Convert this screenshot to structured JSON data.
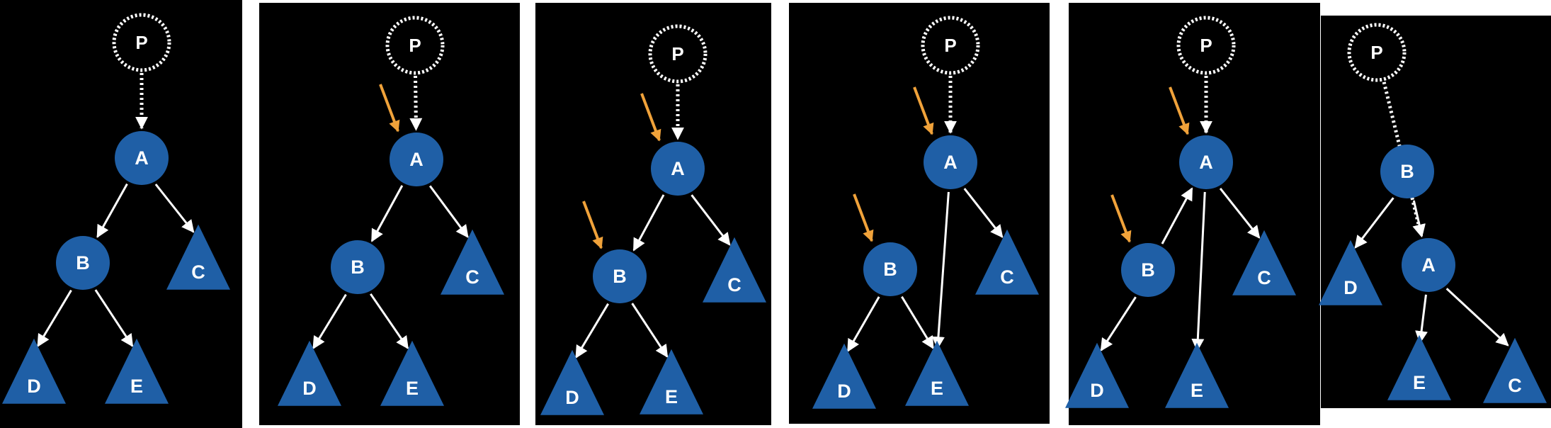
{
  "colors": {
    "background": "#000000",
    "node_fill": "#1f5fa6",
    "edge": "#ffffff",
    "highlight_arrow": "#f0a23a",
    "label": "#ffffff"
  },
  "panels": [
    {
      "nodes": [
        {
          "id": "P",
          "label": "P",
          "shape": "dashed-circle"
        },
        {
          "id": "A",
          "label": "A",
          "shape": "circle"
        },
        {
          "id": "B",
          "label": "B",
          "shape": "circle"
        },
        {
          "id": "C",
          "label": "C",
          "shape": "triangle"
        },
        {
          "id": "D",
          "label": "D",
          "shape": "triangle"
        },
        {
          "id": "E",
          "label": "E",
          "shape": "triangle"
        }
      ],
      "edges": [
        {
          "from": "P",
          "to": "A",
          "style": "dotted"
        },
        {
          "from": "A",
          "to": "B",
          "style": "solid"
        },
        {
          "from": "A",
          "to": "C",
          "style": "solid"
        },
        {
          "from": "B",
          "to": "D",
          "style": "solid"
        },
        {
          "from": "B",
          "to": "E",
          "style": "solid"
        }
      ],
      "highlights": []
    },
    {
      "nodes": [
        {
          "id": "P",
          "label": "P",
          "shape": "dashed-circle"
        },
        {
          "id": "A",
          "label": "A",
          "shape": "circle"
        },
        {
          "id": "B",
          "label": "B",
          "shape": "circle"
        },
        {
          "id": "C",
          "label": "C",
          "shape": "triangle"
        },
        {
          "id": "D",
          "label": "D",
          "shape": "triangle"
        },
        {
          "id": "E",
          "label": "E",
          "shape": "triangle"
        }
      ],
      "edges": [
        {
          "from": "P",
          "to": "A",
          "style": "dotted"
        },
        {
          "from": "A",
          "to": "B",
          "style": "solid"
        },
        {
          "from": "A",
          "to": "C",
          "style": "solid"
        },
        {
          "from": "B",
          "to": "D",
          "style": "solid"
        },
        {
          "from": "B",
          "to": "E",
          "style": "solid"
        }
      ],
      "highlights": [
        "A"
      ]
    },
    {
      "nodes": [
        {
          "id": "P",
          "label": "P",
          "shape": "dashed-circle"
        },
        {
          "id": "A",
          "label": "A",
          "shape": "circle"
        },
        {
          "id": "B",
          "label": "B",
          "shape": "circle"
        },
        {
          "id": "C",
          "label": "C",
          "shape": "triangle"
        },
        {
          "id": "D",
          "label": "D",
          "shape": "triangle"
        },
        {
          "id": "E",
          "label": "E",
          "shape": "triangle"
        }
      ],
      "edges": [
        {
          "from": "P",
          "to": "A",
          "style": "dotted"
        },
        {
          "from": "A",
          "to": "B",
          "style": "solid"
        },
        {
          "from": "A",
          "to": "C",
          "style": "solid"
        },
        {
          "from": "B",
          "to": "D",
          "style": "solid"
        },
        {
          "from": "B",
          "to": "E",
          "style": "solid"
        }
      ],
      "highlights": [
        "A",
        "B"
      ]
    },
    {
      "nodes": [
        {
          "id": "P",
          "label": "P",
          "shape": "dashed-circle"
        },
        {
          "id": "A",
          "label": "A",
          "shape": "circle"
        },
        {
          "id": "B",
          "label": "B",
          "shape": "circle"
        },
        {
          "id": "C",
          "label": "C",
          "shape": "triangle"
        },
        {
          "id": "D",
          "label": "D",
          "shape": "triangle"
        },
        {
          "id": "E",
          "label": "E",
          "shape": "triangle"
        }
      ],
      "edges": [
        {
          "from": "P",
          "to": "A",
          "style": "dotted"
        },
        {
          "from": "A",
          "to": "E",
          "style": "solid"
        },
        {
          "from": "A",
          "to": "C",
          "style": "solid"
        },
        {
          "from": "B",
          "to": "D",
          "style": "solid"
        },
        {
          "from": "B",
          "to": "E",
          "style": "solid"
        }
      ],
      "highlights": [
        "A",
        "B"
      ]
    },
    {
      "nodes": [
        {
          "id": "P",
          "label": "P",
          "shape": "dashed-circle"
        },
        {
          "id": "A",
          "label": "A",
          "shape": "circle"
        },
        {
          "id": "B",
          "label": "B",
          "shape": "circle"
        },
        {
          "id": "C",
          "label": "C",
          "shape": "triangle"
        },
        {
          "id": "D",
          "label": "D",
          "shape": "triangle"
        },
        {
          "id": "E",
          "label": "E",
          "shape": "triangle"
        }
      ],
      "edges": [
        {
          "from": "P",
          "to": "A",
          "style": "dotted"
        },
        {
          "from": "A",
          "to": "E",
          "style": "solid"
        },
        {
          "from": "A",
          "to": "C",
          "style": "solid"
        },
        {
          "from": "B",
          "to": "D",
          "style": "solid"
        },
        {
          "from": "B",
          "to": "A",
          "style": "solid"
        }
      ],
      "highlights": [
        "A",
        "B"
      ]
    },
    {
      "nodes": [
        {
          "id": "P",
          "label": "P",
          "shape": "dashed-circle"
        },
        {
          "id": "B",
          "label": "B",
          "shape": "circle"
        },
        {
          "id": "A",
          "label": "A",
          "shape": "circle"
        },
        {
          "id": "D",
          "label": "D",
          "shape": "triangle"
        },
        {
          "id": "E",
          "label": "E",
          "shape": "triangle"
        },
        {
          "id": "C",
          "label": "C",
          "shape": "triangle"
        }
      ],
      "edges": [
        {
          "from": "P",
          "to": "A",
          "style": "dotted"
        },
        {
          "from": "B",
          "to": "D",
          "style": "solid"
        },
        {
          "from": "B",
          "to": "A",
          "style": "solid"
        },
        {
          "from": "A",
          "to": "E",
          "style": "solid"
        },
        {
          "from": "A",
          "to": "C",
          "style": "solid"
        }
      ],
      "highlights": []
    }
  ]
}
